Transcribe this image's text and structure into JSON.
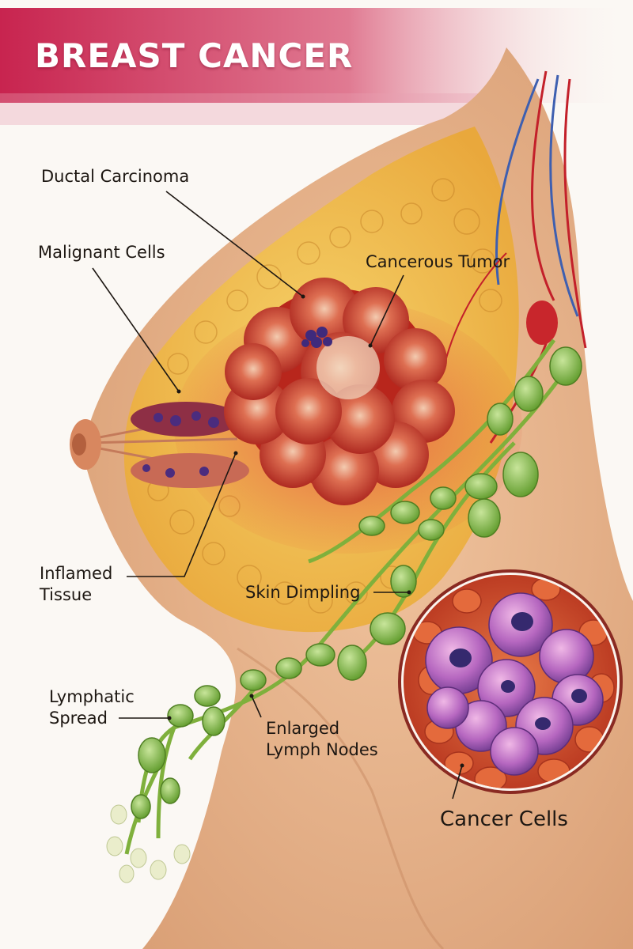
{
  "title": "BREAST CANCER",
  "labels": {
    "ductal_carcinoma": "Ductal Carcinoma",
    "malignant_cells": "Malignant Cells",
    "cancerous_tumor": "Cancerous Tumor",
    "inflamed_tissue": [
      "Inflamed",
      "Tissue"
    ],
    "skin_dimpling": "Skin Dimpling",
    "lymphatic_spread": [
      "Lymphatic",
      "Spread"
    ],
    "enlarged_lymph_nodes": [
      "Enlarged",
      "Lymph Nodes"
    ],
    "cancer_cells": "Cancer Cells"
  },
  "colors": {
    "banner": "#c8244f",
    "skin": "#e8b48c",
    "fat": "#f4c64a",
    "tumor": "#c8301e",
    "lymph": "#7fb03c",
    "cancer_cell": "#b96fc4",
    "nucleus": "#3b2a7a",
    "label_text": "#1d1712"
  }
}
